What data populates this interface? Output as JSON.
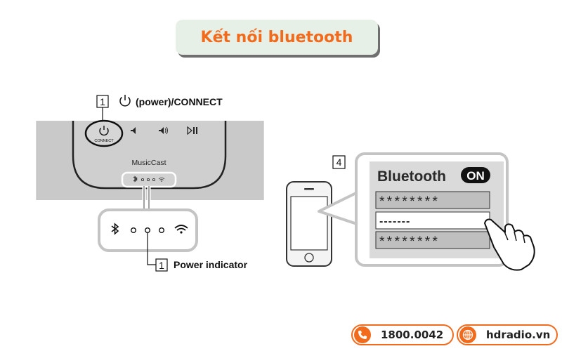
{
  "title": "Kết nối bluetooth",
  "labels": {
    "step1_num": "1",
    "power_connect": "(power)/CONNECT",
    "connect_button_text": "CONNECT",
    "brand": "MusicCast",
    "step1b_num": "1",
    "power_indicator": "Power indicator",
    "step4_num": "4",
    "bluetooth": "Bluetooth",
    "on": "ON",
    "row1": "********",
    "row2": "-------",
    "row3": "********"
  },
  "contact": {
    "phone": "1800.0042",
    "website": "hdradio.vn"
  },
  "colors": {
    "accent": "#f26b1d",
    "title_bg": "#e7f0e6",
    "device_gray": "#c8c8c8"
  }
}
